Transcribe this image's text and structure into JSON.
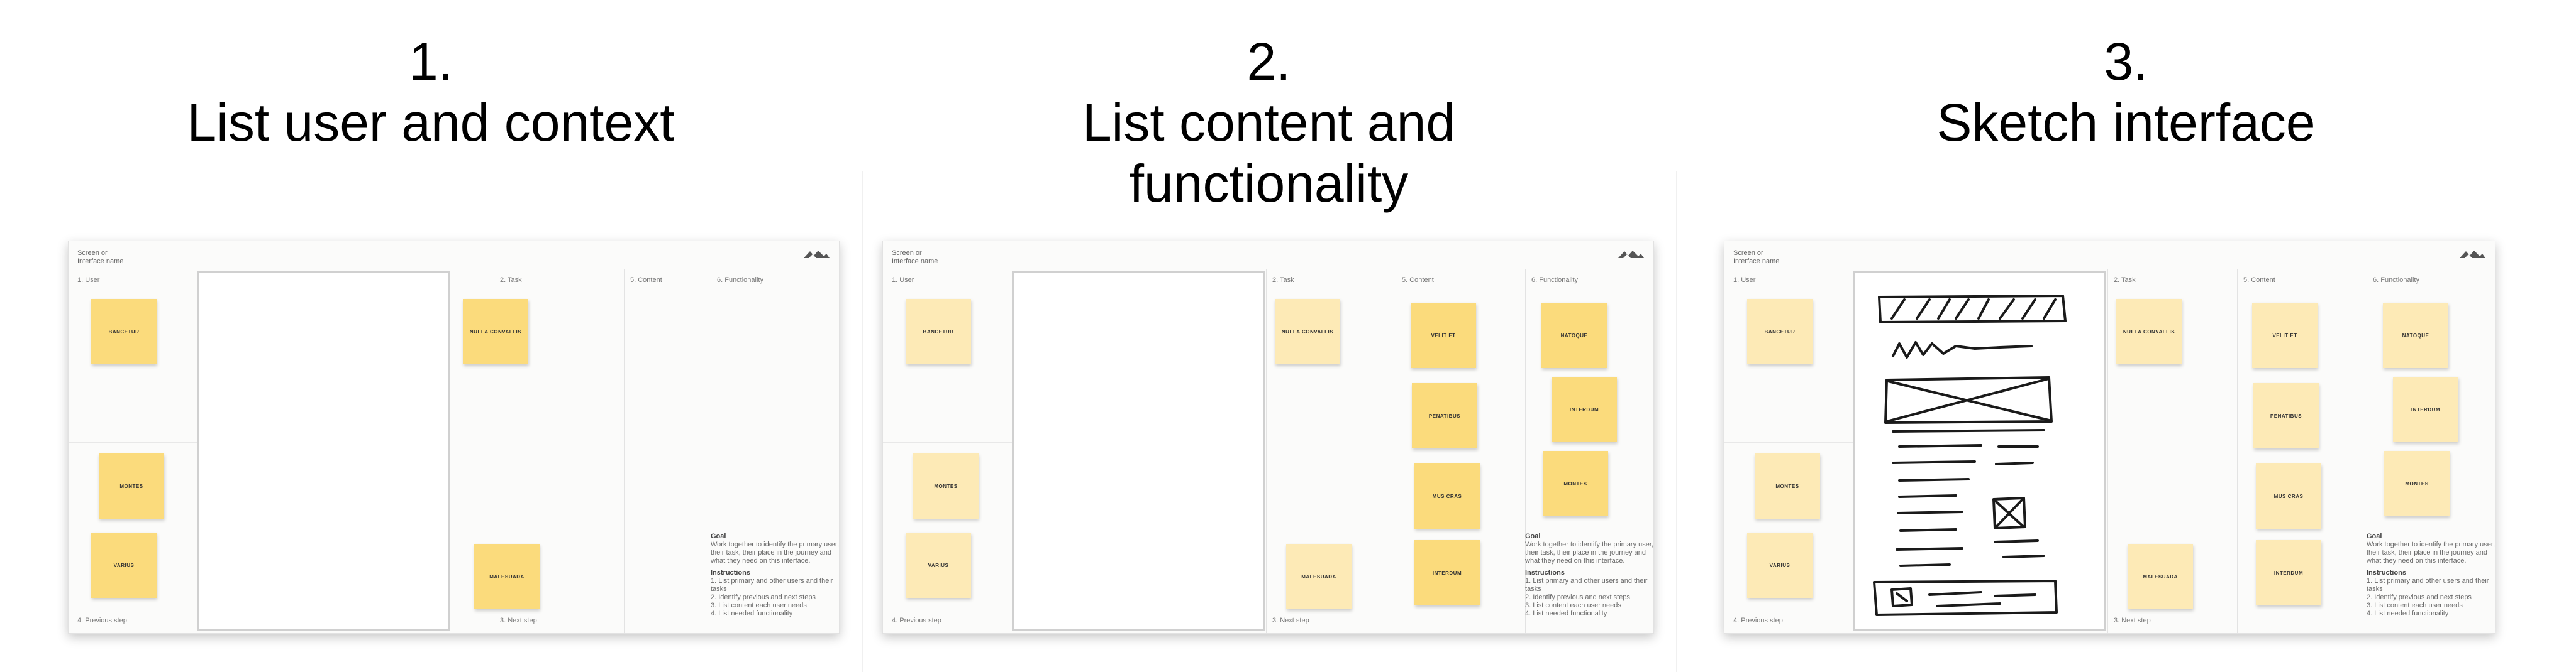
{
  "steps": [
    {
      "number": "1.",
      "title": "List user and context"
    },
    {
      "number": "2.",
      "title": "List content and functionality"
    },
    {
      "number": "3.",
      "title": "Sketch interface"
    }
  ],
  "board": {
    "title_line1": "Screen or",
    "title_line2": "Interface name",
    "labels": {
      "user": "1. User",
      "task": "2. Task",
      "content": "5. Content",
      "functionality": "6. Functionality",
      "previous": "4. Previous step",
      "next": "3. Next step"
    },
    "goal_heading": "Goal",
    "goal_text": "Work together to identify the primary user, their task, their place in the journey and what they need on this interface.",
    "instructions_heading": "Instructions",
    "instructions": [
      "1. List primary and other users and their tasks",
      "2. Identify previous and next steps",
      "3. List content each user needs",
      "4. List needed functionality"
    ]
  },
  "stickies": {
    "user_1": "BANCETUR",
    "user_2": "MONTES",
    "user_3": "VARIUS",
    "task_1": "NULLA CONVALLIS",
    "task_2": "MALESUADA",
    "content_1": "VELIT ET",
    "content_2": "PENATIBUS",
    "content_3": "MUS CRAS",
    "content_4": "INTERDUM",
    "func_1": "NATOQUE",
    "func_2": "INTERDUM",
    "func_3": "MONTES"
  },
  "colors": {
    "sticky_yellow": "#fbdb7c",
    "sticky_pale": "#fdeab6",
    "board_background": "#fbfbfa"
  },
  "icons": {
    "board_logo": "mountains-logo-icon"
  }
}
